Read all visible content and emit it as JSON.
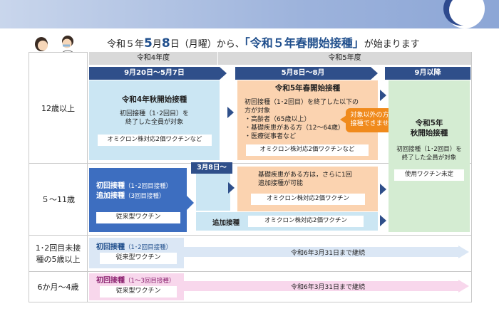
{
  "title": {
    "part1": "令和５年",
    "month": "5",
    "part2": "月",
    "day": "8",
    "part3": "日（月曜）から、",
    "highlight": "「令和５年春開始接種」",
    "part4": "が始まります"
  },
  "fiscal_years": {
    "r4": "令和4年度",
    "r5": "令和5年度"
  },
  "periods": {
    "p1": "9月20日～5月7日",
    "p2": "5月8日～8月",
    "p3": "9月以降"
  },
  "march8": "3月8日～",
  "rows": {
    "age12": "12歳以上",
    "age5to11": "５～11歳",
    "age_infant_line1": "1･2回目未接",
    "age_infant_line2": "種の5歳以上",
    "age6m4y": "6か月～4歳"
  },
  "autumn_r4": {
    "heading": "令和4年秋開始接種",
    "text1": "初回接種（1･2回目）を",
    "text2": "終了した全員が対象",
    "vaccine": "オミクロン株対応2価ワクチンなど"
  },
  "spring_r5": {
    "heading": "令和5年春開始接種",
    "text1": "初回接種（1･2回目）を終了した以下の",
    "text2": "方が対象",
    "item1": "・高齢者（65歳以上）",
    "item2": "・基礎疾患がある方（12～64歳）",
    "item3": "・医療従事者など",
    "vaccine": "オミクロン株対応2価ワクチンなど"
  },
  "callout": {
    "line1": "対象以外の方は",
    "line2": "接種できません"
  },
  "autumn_r5": {
    "heading1": "令和5年",
    "heading2": "秋開始接種",
    "text1": "初回接種（1･2回目）を",
    "text2": "終了した全員が対象",
    "vaccine": "使用ワクチン未定"
  },
  "age5to11_left": {
    "initial": "初回接種",
    "initial_sub": "（1･2回目接種）",
    "booster": "追加接種",
    "booster_sub": "（3回目接種）",
    "vaccine": "従来型ワクチン"
  },
  "age5to11_mid": {
    "text1": "基礎疾患がある方は，さらに1回",
    "text2": "追加接種が可能",
    "vaccine": "オミクロン株対応2価ワクチン"
  },
  "age5to11_bottom": {
    "label": "追加接種",
    "vaccine": "オミクロン株対応2価ワクチン"
  },
  "infant": {
    "initial": "初回接種",
    "initial_sub": "（1･2回目接種）",
    "vaccine": "従来型ワクチン",
    "continue": "令和6年3月31日まで継続"
  },
  "baby": {
    "initial": "初回接種",
    "initial_sub": "（1～3回目接種）",
    "vaccine": "従来型ワクチン",
    "continue": "令和6年3月31日まで継続"
  }
}
